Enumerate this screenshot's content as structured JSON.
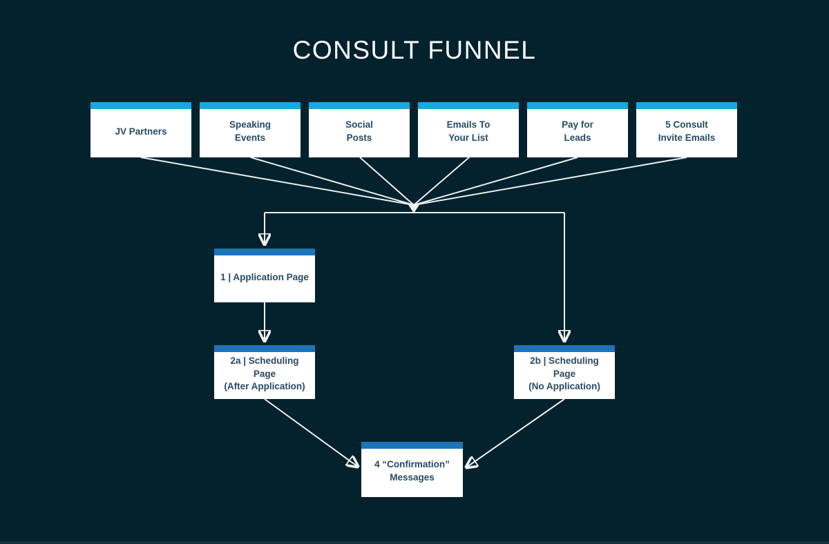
{
  "title": "CONSULT FUNNEL",
  "colors": {
    "background": "#03222d",
    "source_bar": "#1aa7e0",
    "flow_bar": "#1c74ba",
    "box_bg": "#ffffff",
    "box_text": "#274a63",
    "line": "#eef2f3",
    "title_text": "#ffffff"
  },
  "sources": [
    {
      "label": "JV Partners"
    },
    {
      "label": "Speaking\nEvents"
    },
    {
      "label": "Social\nPosts"
    },
    {
      "label": "Emails To\nYour List"
    },
    {
      "label": "Pay for\nLeads"
    },
    {
      "label": "5 Consult\nInvite Emails"
    }
  ],
  "flow": {
    "application": {
      "label": "1 | Application Page"
    },
    "scheduling_after": {
      "label": "2a | Scheduling Page\n(After Application)"
    },
    "scheduling_no_app": {
      "label": "2b | Scheduling Page\n(No Application)"
    },
    "confirmation": {
      "label": "4 “Confirmation”\nMessages"
    }
  }
}
